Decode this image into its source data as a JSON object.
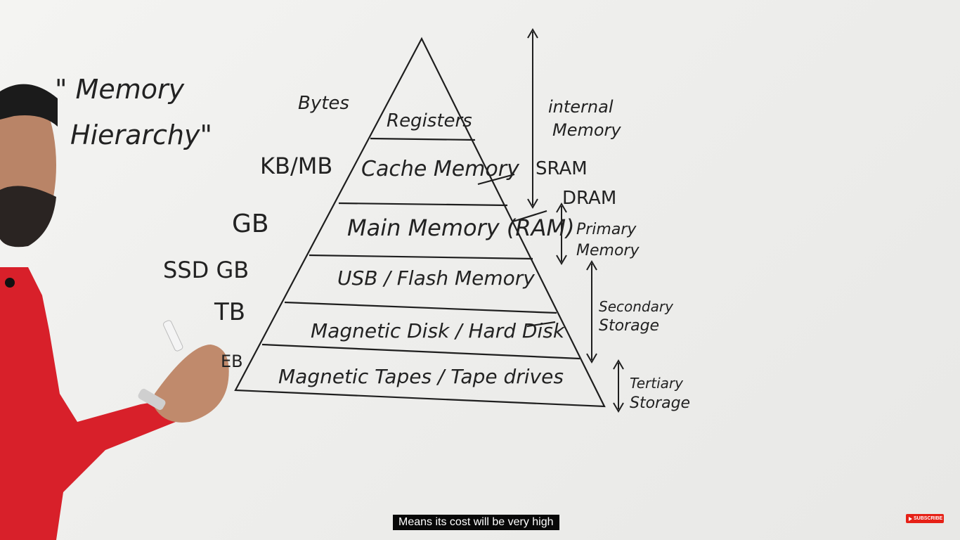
{
  "title": {
    "line1": "\" Memory",
    "line2": "Hierarchy\""
  },
  "left_labels": {
    "bytes": "Bytes",
    "kbmb": "KB/MB",
    "gb": "GB",
    "ssd": "SSD GB",
    "tb": "TB",
    "eb": "EB"
  },
  "levels": [
    "Registers",
    "Cache Memory",
    "Main Memory (RAM)",
    "USB / Flash Memory",
    "Magnetic Disk / Hard Disk",
    "Magnetic Tapes / Tape drives"
  ],
  "right_labels": {
    "internal_1": "internal",
    "internal_2": "Memory",
    "sram": "SRAM",
    "dram": "DRAM",
    "primary_1": "Primary",
    "primary_2": "Memory",
    "secondary_1": "Secondary",
    "secondary_2": "Storage",
    "tertiary_1": "Tertiary",
    "tertiary_2": "Storage"
  },
  "caption": "Means its cost will be very high",
  "subscribe_label": "SUBSCRIBE"
}
